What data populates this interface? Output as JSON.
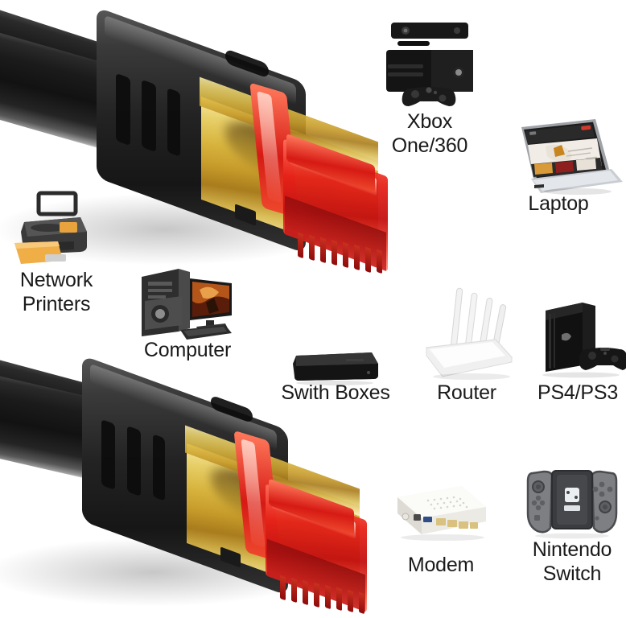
{
  "image": {
    "kind": "product-marketing-image",
    "subject": "Shielded RJ45 Cat7 flat ethernet cable with gold-plated connectors",
    "background_color": "#ffffff",
    "label_color": "#1a1a1a"
  },
  "product": {
    "connector_colors": {
      "jacket": "#121212",
      "boot": "#1d1d1d",
      "shield_gold": "#d8b53f",
      "housing_red": "#c41010",
      "latch_red": "#d61a14"
    },
    "connectors": [
      {
        "name": "rj45-connector-top",
        "position": "upper-left"
      },
      {
        "name": "rj45-connector-bottom",
        "position": "lower-left"
      }
    ]
  },
  "devices": [
    {
      "id": "network-printers",
      "icon": "printer-icon",
      "label": "Network\nPrinters"
    },
    {
      "id": "computer",
      "icon": "desktop-computer-icon",
      "label": "Computer"
    },
    {
      "id": "xbox",
      "icon": "xbox-console-icon",
      "label": "Xbox\nOne/360"
    },
    {
      "id": "laptop",
      "icon": "laptop-icon",
      "label": "Laptop"
    },
    {
      "id": "switch-boxes",
      "icon": "network-switch-icon",
      "label": "Swith Boxes"
    },
    {
      "id": "router",
      "icon": "wifi-router-icon",
      "label": "Router"
    },
    {
      "id": "ps4-ps3",
      "icon": "playstation-icon",
      "label": "PS4/PS3"
    },
    {
      "id": "modem",
      "icon": "modem-icon",
      "label": "Modem"
    },
    {
      "id": "nintendo-switch",
      "icon": "nintendo-switch-icon",
      "label": "Nintendo\nSwitch"
    }
  ]
}
